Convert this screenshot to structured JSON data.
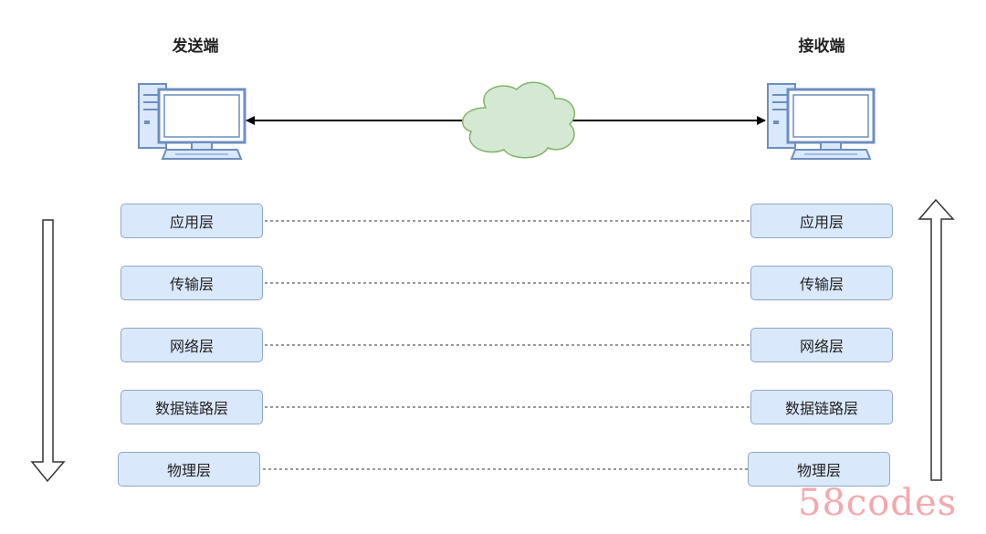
{
  "sender": {
    "title": "发送端",
    "layers": [
      "应用层",
      "传输层",
      "网络层",
      "数据链路层",
      "物理层"
    ]
  },
  "receiver": {
    "title": "接收端",
    "layers": [
      "应用层",
      "传输层",
      "网络层",
      "数据链路层",
      "物理层"
    ]
  },
  "watermark": "58codes",
  "colors": {
    "layer_fill": "#dae8fc",
    "layer_border": "#8fa7c9",
    "cloud_fill": "#d5e8d4",
    "cloud_border": "#82b366",
    "computer_fill": "#dae8fc",
    "computer_stroke": "#6c8ebf"
  },
  "icons": {
    "sender_computer": "desktop-computer-icon",
    "receiver_computer": "desktop-computer-icon",
    "network": "cloud-icon",
    "down_arrow": "hollow-arrow-down-icon",
    "up_arrow": "hollow-arrow-up-icon"
  }
}
